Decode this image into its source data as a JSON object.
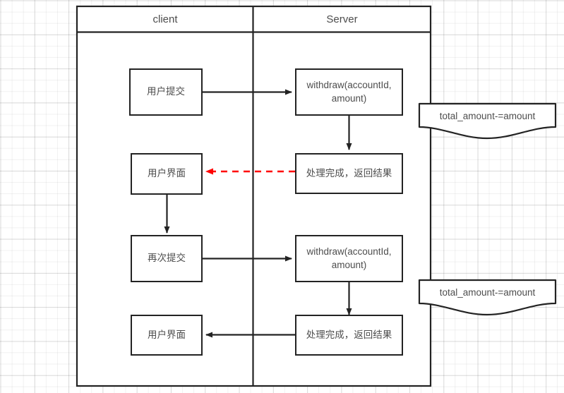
{
  "diagram": {
    "type": "swimlane-sequence-flowchart",
    "background": "grid",
    "colors": {
      "stroke": "#232323",
      "text": "#4d4d4d",
      "fill": "#ffffff",
      "highlight": "#ff0000"
    },
    "lanes": [
      {
        "id": "client",
        "title": "client"
      },
      {
        "id": "server",
        "title": "Server"
      }
    ],
    "nodes": [
      {
        "id": "n1",
        "lane": "client",
        "label": "用户提交"
      },
      {
        "id": "n2",
        "lane": "server",
        "label": "withdraw(accountId,\namount)"
      },
      {
        "id": "n3",
        "lane": "client",
        "label": "用户界面"
      },
      {
        "id": "n4",
        "lane": "server",
        "label": "处理完成，返回结果"
      },
      {
        "id": "n5",
        "lane": "client",
        "label": "再次提交"
      },
      {
        "id": "n6",
        "lane": "server",
        "label": "withdraw(accountId,\namount)"
      },
      {
        "id": "n7",
        "lane": "client",
        "label": "用户界面"
      },
      {
        "id": "n8",
        "lane": "server",
        "label": "处理完成，返回结果"
      }
    ],
    "notes": [
      {
        "id": "note1",
        "label": "total_amount-=amount",
        "attached_to": "n2"
      },
      {
        "id": "note2",
        "label": "total_amount-=amount",
        "attached_to": "n6"
      }
    ],
    "edges": [
      {
        "from": "n1",
        "to": "n2",
        "style": "solid",
        "color": "#232323"
      },
      {
        "from": "n2",
        "to": "n4",
        "style": "solid",
        "color": "#232323"
      },
      {
        "from": "n4",
        "to": "n3",
        "style": "dashed",
        "color": "#ff0000"
      },
      {
        "from": "n3",
        "to": "n5",
        "style": "solid",
        "color": "#232323"
      },
      {
        "from": "n5",
        "to": "n6",
        "style": "solid",
        "color": "#232323"
      },
      {
        "from": "n6",
        "to": "n8",
        "style": "solid",
        "color": "#232323"
      },
      {
        "from": "n8",
        "to": "n7",
        "style": "solid",
        "color": "#232323"
      }
    ]
  }
}
